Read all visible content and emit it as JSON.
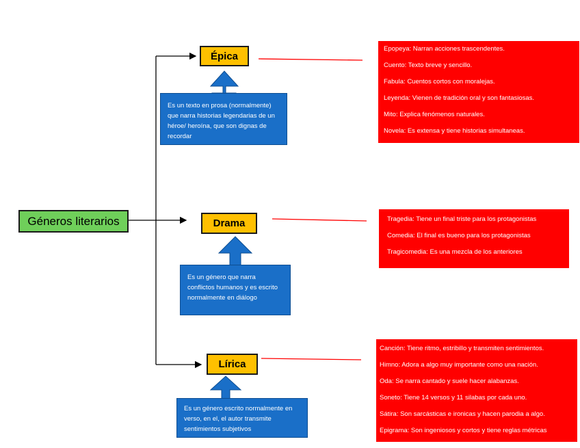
{
  "root": {
    "label": "Géneros literarios"
  },
  "genres": [
    {
      "title": "Épica",
      "description": "Es un texto en prosa (normalmente) que narra historias legendarias de un héroe/ heroína, que son dignas de recordar",
      "items": [
        "Epopeya: Narran acciones trascendentes.",
        "Cuento: Texto breve y sencillo.",
        "Fabula: Cuentos cortos con moralejas.",
        "Leyenda: Vienen de tradición oral y son fantasiosas.",
        "Mito: Explica fenómenos naturales.",
        "Novela: Es extensa y tiene historias simultaneas."
      ]
    },
    {
      "title": "Drama",
      "description": "Es un género que narra conflictos humanos y es escrito normalmente en diálogo",
      "items": [
        "Tragedia: Tiene un final triste para los protagonistas",
        "Comedia: El final es bueno para los protagonistas",
        "Tragicomedia: Es una mezcla de los anteriores"
      ]
    },
    {
      "title": "Lírica",
      "description": "Es un género escrito normalmente en verso, en el, el autor transmite sentimientos subjetivos",
      "items": [
        "Canción: Tiene ritmo, estribillo y transmiten sentimientos.",
        "Himno: Adora a algo muy importante como una nación.",
        "Oda: Se narra cantado y suele hacer alabanzas.",
        "Soneto: Tiene 14 versos y 11 silabas por cada uno.",
        "Sátira: Son sarcásticas e ironicas y hacen parodia a algo.",
        "Epigrama: Son ingeniosos y cortos y tiene reglas métricas"
      ]
    }
  ],
  "colors": {
    "root_fill": "#6fcf5a",
    "genre_fill": "#ffc000",
    "description_fill": "#1a6fc8",
    "list_fill": "#ff0000",
    "connector_line": "#ff0000"
  }
}
